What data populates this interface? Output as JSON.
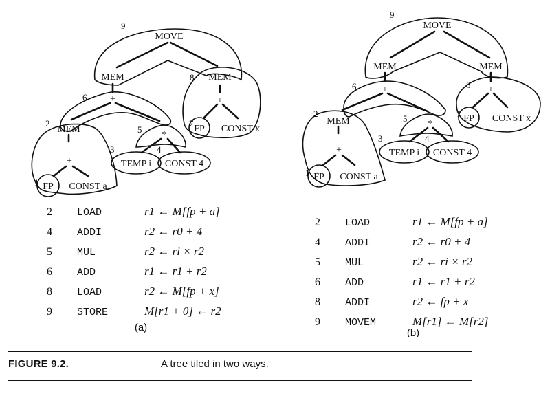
{
  "trees": {
    "move_label": "MOVE",
    "mem_label": "MEM",
    "plus_label": "+",
    "times_label": "*",
    "fp_label": "FP",
    "const_a": "CONST a",
    "const_x": "CONST x",
    "const_4": "CONST 4",
    "temp_i": "TEMP i"
  },
  "tile_numbers": {
    "a": [
      "1",
      "2",
      "3",
      "4",
      "5",
      "6",
      "7",
      "8",
      "9"
    ],
    "b": [
      "1",
      "2",
      "3",
      "4",
      "5",
      "6",
      "7",
      "8",
      "9"
    ]
  },
  "listing_a": {
    "label": "(a)",
    "rows": [
      {
        "num": "2",
        "op": "LOAD",
        "code": "r1 ← M[fp + a]"
      },
      {
        "num": "4",
        "op": "ADDI",
        "code": "r2 ← r0 + 4"
      },
      {
        "num": "5",
        "op": "MUL",
        "code": "r2 ← ri × r2"
      },
      {
        "num": "6",
        "op": "ADD",
        "code": "r1 ← r1 + r2"
      },
      {
        "num": "8",
        "op": "LOAD",
        "code": "r2 ← M[fp + x]"
      },
      {
        "num": "9",
        "op": "STORE",
        "code": "M[r1 + 0] ← r2"
      }
    ]
  },
  "listing_b": {
    "label": "(b)",
    "rows": [
      {
        "num": "2",
        "op": "LOAD",
        "code": "r1 ← M[fp + a]"
      },
      {
        "num": "4",
        "op": "ADDI",
        "code": "r2 ← r0 + 4"
      },
      {
        "num": "5",
        "op": "MUL",
        "code": "r2 ← ri × r2"
      },
      {
        "num": "6",
        "op": "ADD",
        "code": "r1 ← r1 + r2"
      },
      {
        "num": "8",
        "op": "ADDI",
        "code": "r2 ← fp + x"
      },
      {
        "num": "9",
        "op": "MOVEM",
        "code": "M[r1] ← M[r2]"
      }
    ]
  },
  "caption": {
    "label": "FIGURE 9.2.",
    "text": "A tree tiled in two ways."
  }
}
